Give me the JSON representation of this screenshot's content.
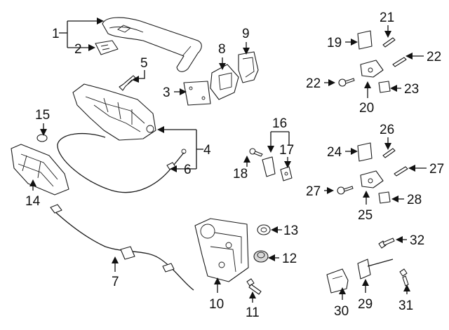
{
  "diagram": {
    "type": "exploded-parts-diagram",
    "callouts": [
      "1",
      "2",
      "3",
      "4",
      "5",
      "6",
      "7",
      "8",
      "9",
      "10",
      "11",
      "12",
      "13",
      "14",
      "15",
      "16",
      "17",
      "18",
      "19",
      "20",
      "21",
      "22",
      "22",
      "23",
      "24",
      "25",
      "26",
      "27",
      "27",
      "28",
      "29",
      "30",
      "31",
      "32"
    ]
  }
}
